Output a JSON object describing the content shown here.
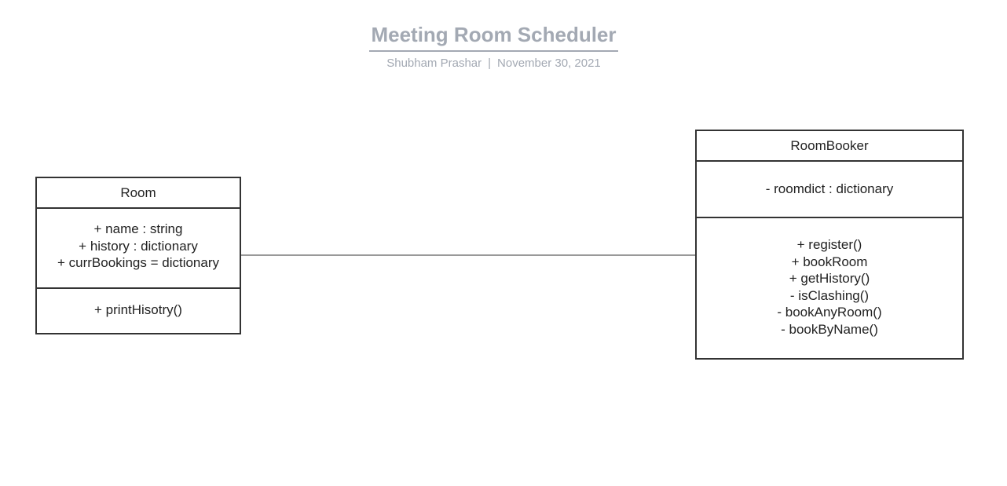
{
  "header": {
    "title": "Meeting Room Scheduler",
    "author": "Shubham Prashar",
    "separator": "|",
    "date": "November 30, 2021"
  },
  "classes": {
    "room": {
      "name": "Room",
      "attributes": [
        "+ name : string",
        "+ history : dictionary",
        "+ currBookings = dictionary"
      ],
      "operations": [
        "+ printHisotry()"
      ]
    },
    "roombooker": {
      "name": "RoomBooker",
      "attributes": [
        "- roomdict : dictionary"
      ],
      "operations": [
        "+ register()",
        "+ bookRoom",
        "+ getHistory()",
        "- isClashing()",
        "- bookAnyRoom()",
        "- bookByName()"
      ]
    }
  },
  "colors": {
    "header_text": "#a3a9b3",
    "border": "#333333",
    "text": "#222222"
  }
}
